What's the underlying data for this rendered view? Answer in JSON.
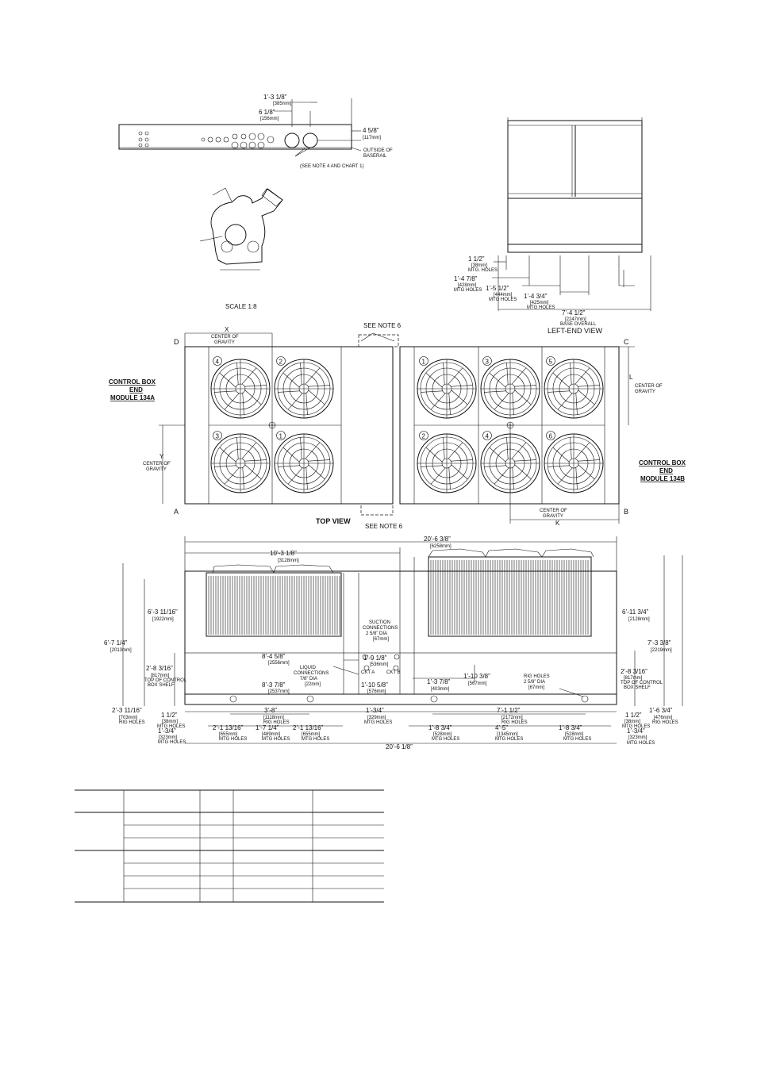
{
  "top_detail": {
    "dim_1_3_1_8": "1’-3 1/8”",
    "mm_385": "[385mm]",
    "dim_6_1_8": "6 1/8”",
    "mm_156": "[156mm]",
    "dim_4_5_8": "4 5/8”",
    "mm_117": "[117mm]",
    "outside_of": "OUTSIDE OF",
    "baserail": "BASERAIL",
    "see_note": "(SEE NOTE 4 AND CHART 1)"
  },
  "scale_label": "SCALE 1:8",
  "left_end": {
    "title": "LEFT-END VIEW",
    "d1": "1 1/2”",
    "d1mm": "[38mm]",
    "d1l": "MTG. HOLES",
    "d2": "1’-4 7/8”",
    "d2mm": "[428mm]",
    "d2l": "MTG  HOLES",
    "d3": "1’-5 1/2”",
    "d3mm": "[444mm]",
    "d3l": "MTG  HOLES",
    "d4": "1’-4 3/4”",
    "d4mm": "[425mm]",
    "d4l": "MTG  HOLES",
    "d5": "7’-4 1/2”",
    "d5mm": "[2247mm]",
    "d5l": "BASE OVERALL"
  },
  "top_view": {
    "title": "TOP VIEW",
    "see_note_6": "SEE NOTE 6",
    "corner_a": "A",
    "corner_b": "B",
    "corner_c": "C",
    "corner_d": "D",
    "x_label": "X",
    "y_label": "Y",
    "k_label": "K",
    "l_label": "L",
    "cg1": "CENTER OF",
    "cg2": "GRAVITY",
    "module_a_1": "CONTROL BOX",
    "module_a_2": "END",
    "module_a_3": "MODULE 134A",
    "module_b_1": "CONTROL BOX",
    "module_b_2": "END",
    "module_b_3": "MODULE 134B",
    "fans_left_top": [
      "4",
      "2"
    ],
    "fans_left_bottom": [
      "3",
      "1"
    ],
    "fans_right_top": [
      "1",
      "3",
      "5"
    ],
    "fans_right_bottom": [
      "2",
      "4",
      "6"
    ]
  },
  "side_view": {
    "overall_top": "20’-6 3/8”",
    "overall_top_mm": "[6258mm]",
    "half": "10’-3 1/8”",
    "half_mm": "[3128mm]",
    "h_left_coil": "6’-3 11/16”",
    "h_left_coil_mm": "[1922mm]",
    "h_left": "6’-7 1/4”",
    "h_left_mm": "[2013mm]",
    "shelf_left": "2’-8 3/16”",
    "shelf_left_mm": "[817mm]",
    "shelf_left_l1": "TOP OF CONTROL",
    "shelf_left_l2": "BOX SHELF",
    "h_right_coil": "6’-11 3/4”",
    "h_right_coil_mm": "[2128mm]",
    "h_right": "7’-3 3/8”",
    "h_right_mm": "[2219mm]",
    "shelf_right": "2’-8 3/16”",
    "shelf_right_mm": "[817mm]",
    "shelf_right_l1": "TOP OF CONTROL",
    "shelf_right_l2": "BOX SHELF",
    "suction_1": "SUCTION",
    "suction_2": "CONNECTIONS",
    "suction_3": "2 5/8” DIA",
    "suction_mm": "[67mm]",
    "d_8_4": "8’-4 5/8”",
    "d_8_4_mm": "[2556mm]",
    "d_8_3": "8’-3 7/8”",
    "d_8_3_mm": "[2537mm]",
    "liquid_1": "LIQUID",
    "liquid_2": "CONNECTIONS",
    "liquid_3": "7/8” DIA",
    "liquid_mm": "[22mm]",
    "d_1_9": "1’-9 1/8”",
    "d_1_9_mm": "[536mm]",
    "ckt_a": "CKT A",
    "ckt_b": "CKT B",
    "d_1_10_5_8": "1’-10 5/8”",
    "d_1_10_5_8_mm": "[576mm]",
    "d_1_3_7_8": "1’-3 7/8”",
    "d_1_3_7_8_mm": "[403mm]",
    "d_1_10_3_8": "1’-10 3/8”",
    "d_1_10_3_8_mm": "[567mm]",
    "rig_1": "RIG HOLES",
    "rig_2": "2 5/8” DIA",
    "rig_mm": "[67mm]",
    "b_2_3": "2’-3 11/16”",
    "b_2_3_mm": "[703mm]",
    "b_2_3_l": "RIG HOLES",
    "b_1_1_2": "1 1/2”",
    "b_1_1_2_mm": "[38mm]",
    "b_1_1_2_l": "MTG  HOLES",
    "b_1_3_3_4": "1’-3/4”",
    "b_1_3_3_4_mm": "[323mm]",
    "b_1_3_3_4_l": "MTG  HOLES",
    "b_3_8": "3’-8”",
    "b_3_8_mm": "[1118mm]",
    "b_3_8_l": "RIG HOLES",
    "b_2_1_a": "2’-1 13/16”",
    "b_2_1_a_mm": "[655mm]",
    "b_2_1_a_l": "MTG  HOLES",
    "b_1_7": "1’-7 1/4”",
    "b_1_7_mm": "[489mm]",
    "b_1_7_l": "MTG  HOLES",
    "b_2_1_b": "2’-1 13/16”",
    "b_2_1_b_mm": "[655mm]",
    "b_2_1_b_l": "MTG  HOLES",
    "b_mid": "1’-3/4”",
    "b_mid_mm": "[329mm]",
    "b_mid_l": "MTG  HOLES",
    "b_7_1": "7’-1 1/2”",
    "b_7_1_mm": "[2172mm]",
    "b_7_1_l": "RIG HOLES",
    "b_1_8_a": "1’-8 3/4”",
    "b_1_8_a_mm": "[528mm]",
    "b_1_8_a_l": "MTG  HOLES",
    "b_4_5": "4’-5”",
    "b_4_5_mm": "[1345mm]",
    "b_4_5_l": "MTG  HOLES",
    "b_1_8_b": "1’-8 3/4”",
    "b_1_8_b_mm": "[528mm]",
    "b_1_8_b_l": "MTG  HOLES",
    "b_1_6": "1’-6 3/4”",
    "b_1_6_mm": "[476mm]",
    "b_1_6_l": "RIG HOLES",
    "b_r_1_1_2": "1 1/2”",
    "b_r_1_1_2_mm": "[38mm]",
    "b_r_1_1_2_l": "MTG  HOLES",
    "b_r_1_3_4": "1’-3/4”",
    "b_r_1_3_4_mm": "[323mm]",
    "b_r_1_3_4_l": "MTG  HOLES",
    "overall_bottom": "20’-6 1/8”"
  }
}
